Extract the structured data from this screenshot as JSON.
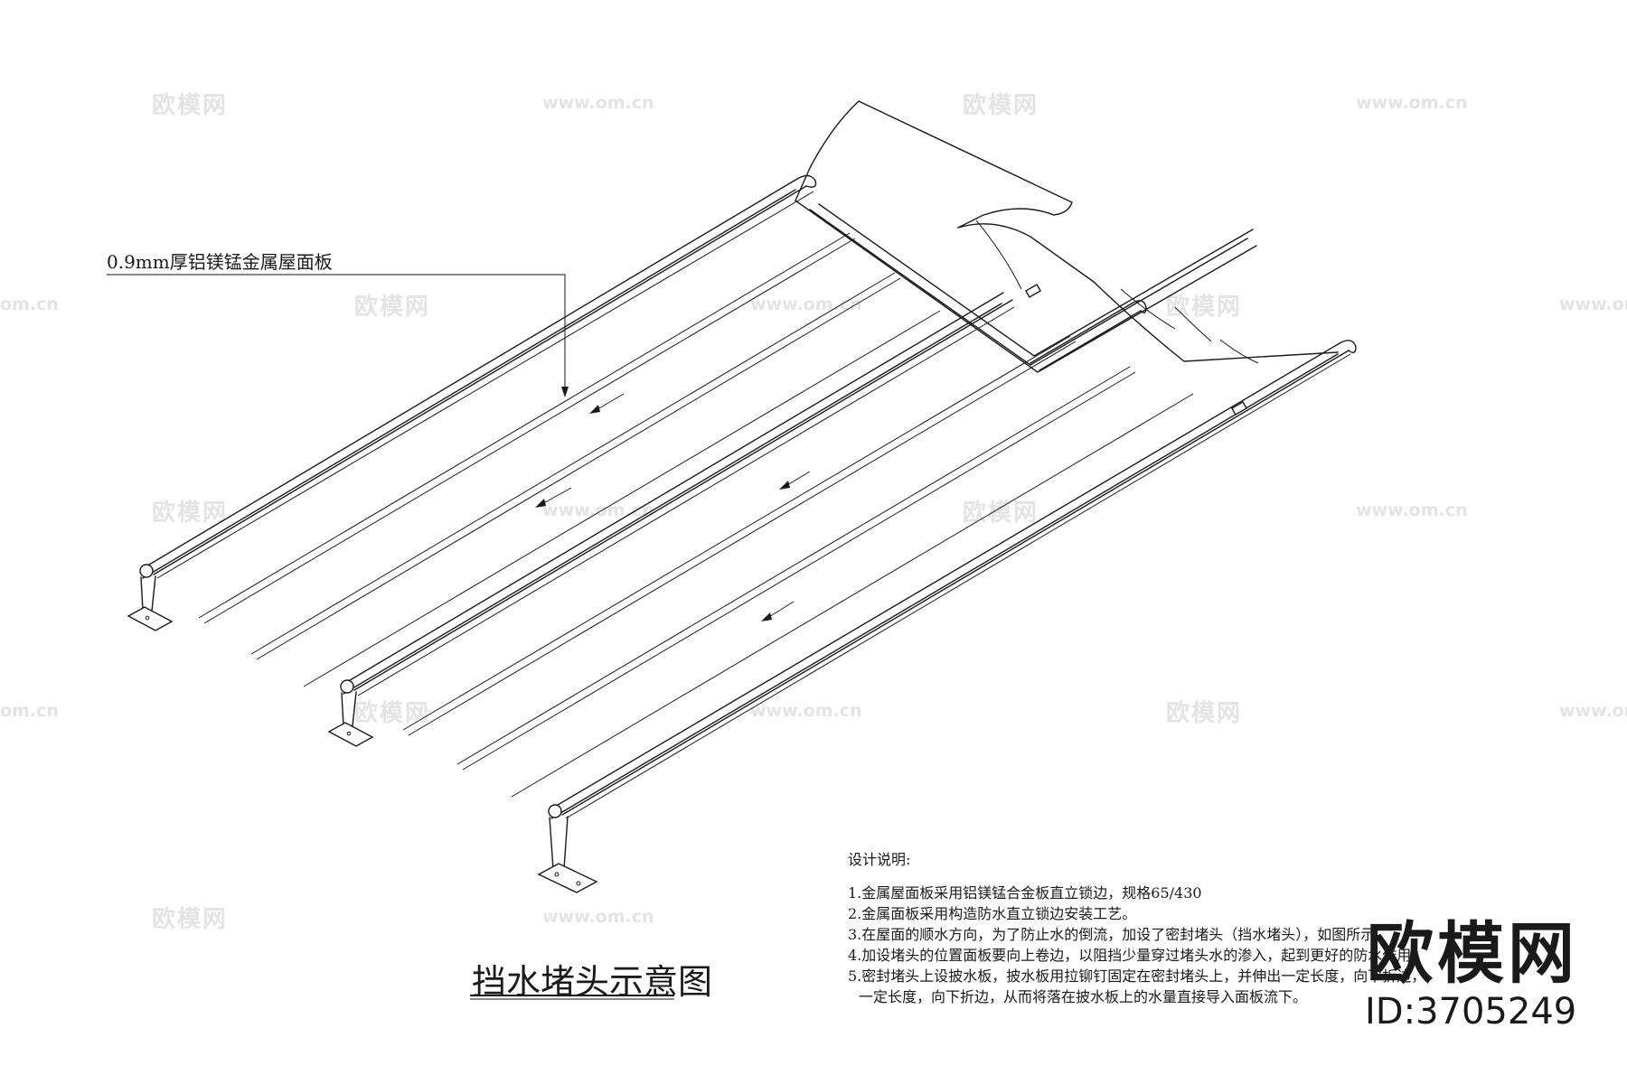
{
  "watermarks": [
    "欧模网",
    "www.om.cn",
    "欧模网",
    "www.om.cn",
    "om.cn",
    "欧模网",
    "www.om.cn",
    "欧模网",
    "www.om.cn",
    "欧模网",
    "www.om.cn",
    "欧模网",
    "www.om.cn",
    "om.cn",
    "欧模网",
    "www.om.cn",
    "欧模网",
    "www.om.cn",
    "欧模网",
    "www.om.cn"
  ],
  "callout_label": "0.9mm厚铝镁锰金属屋面板",
  "diagram_title": "挡水堵头示意图",
  "notes": {
    "heading": "设计说明:",
    "items": [
      "1.金属屋面板采用铝镁锰合金板直立锁边，规格65/430",
      "2.金属面板采用构造防水直立锁边安装工艺。",
      "3.在屋面的顺水方向，为了防止水的倒流，加设了密封堵头（挡水堵头），如图所示。",
      "4.加设堵头的位置面板要向上卷边，以阻挡少量穿过堵头水的渗入，起到更好的防水作用。",
      "5.密封堵头上设披水板，披水板用拉铆钉固定在密封堵头上，并伸出一定长度，向下折边，",
      "一定长度，向下折边，从而将落在披水板上的水量直接导入面板流下。"
    ]
  },
  "brand": {
    "name": "欧模网",
    "id": "ID:3705249"
  },
  "colors": {
    "line": "#1a1a1a",
    "watermark": "#e4e4e4",
    "background": "#ffffff"
  }
}
